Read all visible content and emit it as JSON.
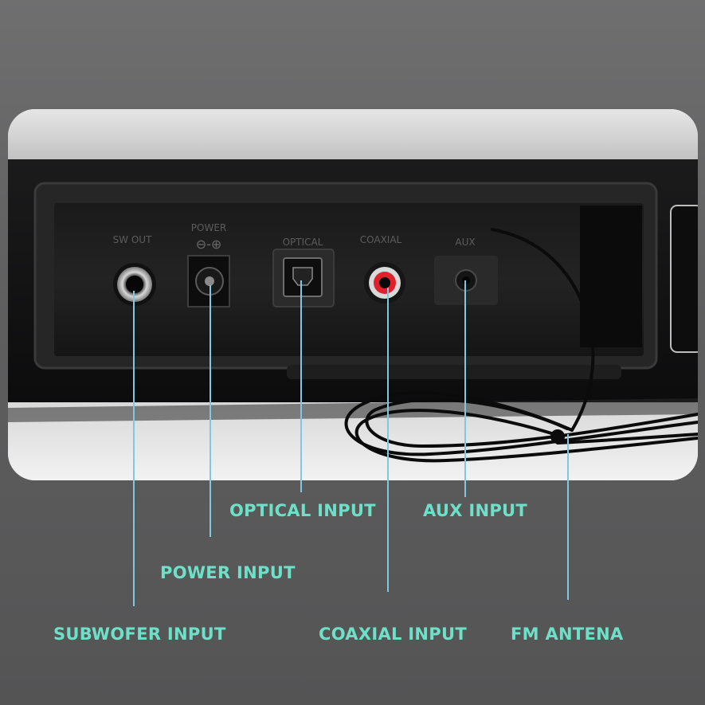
{
  "photo": {
    "port_engravings": [
      "SW OUT",
      "POWER",
      "OPTICAL",
      "COAXIAL",
      "AUX"
    ],
    "icons": [
      "subwoofer-jack",
      "dc-power-jack",
      "optical-toslink-port",
      "rca-coaxial-jack",
      "aux-3.5mm-jack",
      "fm-antenna-cable"
    ]
  },
  "labels": {
    "subwoofer": "SUBWOFER INPUT",
    "power": "POWER INPUT",
    "optical": "OPTICAL INPUT",
    "coaxial": "COAXIAL INPUT",
    "aux": "AUX INPUT",
    "fm": "FM ANTENA"
  },
  "colors": {
    "label_text": "#6fe0c8",
    "leader_line": "#7fc9e0",
    "background": "#626263",
    "coaxial_ring": "#e0202a"
  }
}
